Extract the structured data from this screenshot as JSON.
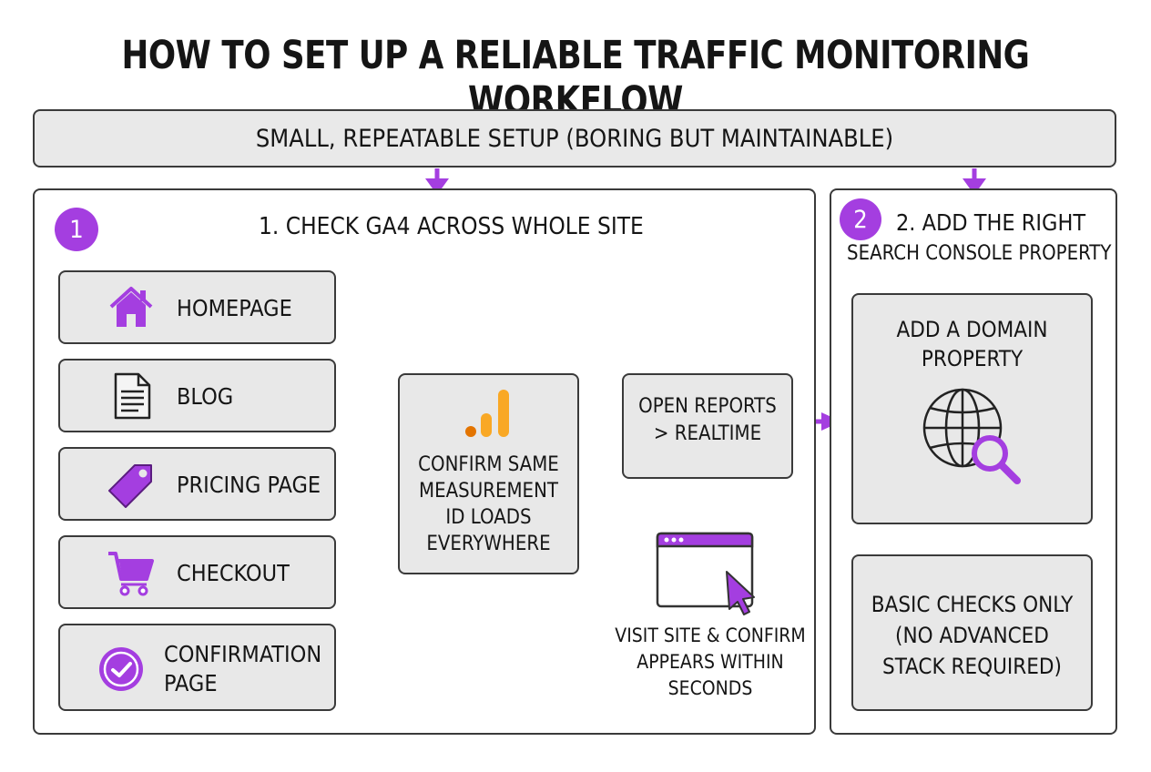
{
  "title": "HOW TO SET UP A RELIABLE TRAFFIC MONITORING WORKFLOW",
  "banner": "SMALL, REPEATABLE SETUP (BORING BUT MAINTAINABLE)",
  "step1": {
    "badge": "1",
    "heading": "1. CHECK GA4 ACROSS WHOLE SITE",
    "pages": [
      {
        "label": "HOMEPAGE",
        "icon": "house-icon"
      },
      {
        "label": "BLOG",
        "icon": "document-icon"
      },
      {
        "label": "PRICING PAGE",
        "icon": "price-tag-icon"
      },
      {
        "label": "CHECKOUT",
        "icon": "shopping-cart-icon"
      },
      {
        "label": "CONFIRMATION PAGE",
        "icon": "check-circle-icon"
      }
    ],
    "confirm_box": "CONFIRM SAME MEASUREMENT ID LOADS EVERYWHERE",
    "open_reports_line1": "OPEN REPORTS",
    "open_reports_line2": "> REALTIME",
    "visit_caption_line1": "VISIT SITE & CONFIRM",
    "visit_caption_line2": "APPEARS WITHIN",
    "visit_caption_line3": "SECONDS"
  },
  "step2": {
    "badge": "2",
    "heading_line1": "2. ADD THE RIGHT",
    "heading_line2": "SEARCH CONSOLE PROPERTY",
    "domain_box_line1": "ADD A DOMAIN",
    "domain_box_line2": "PROPERTY",
    "basic_line1": "BASIC CHECKS ONLY",
    "basic_line2": "(NO ADVANCED",
    "basic_line3": "STACK REQUIRED)"
  },
  "colors": {
    "accent": "#a43ee0",
    "box_fill": "#e8e8e8",
    "chart_orange": "#f9a825",
    "chart_orange_dark": "#e37400"
  }
}
